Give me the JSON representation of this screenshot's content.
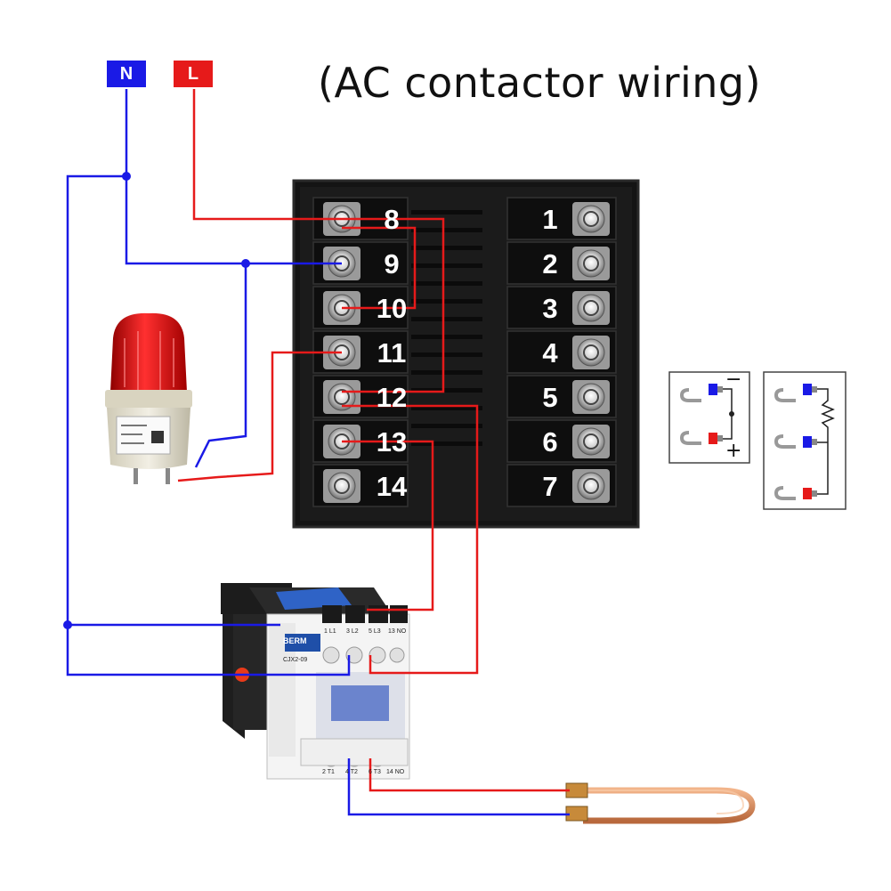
{
  "title": "(AC contactor wiring)",
  "power": {
    "neutral_label": "N",
    "live_label": "L"
  },
  "controller": {
    "left_terminals": [
      "8",
      "9",
      "10",
      "11",
      "12",
      "13",
      "14"
    ],
    "right_terminals": [
      "1",
      "2",
      "3",
      "4",
      "5",
      "6",
      "7"
    ]
  },
  "contactor": {
    "brand": "BERM",
    "model": "CJX2-09",
    "top_terminals": [
      "1 L1",
      "3 L2",
      "5 L3",
      "13 NO"
    ],
    "bottom_terminals": [
      "2 T1",
      "4 T2",
      "6 T3",
      "14 NO"
    ]
  },
  "sensor_inset": {
    "minus": "−",
    "plus": "+"
  },
  "colors": {
    "neutral_wire": "#1a1ae6",
    "live_wire": "#e61a1a",
    "panel": "#141414"
  },
  "icons": [
    "warning-beacon-icon",
    "heating-element-icon",
    "thermocouple-icon",
    "rtd-sensor-icon"
  ]
}
